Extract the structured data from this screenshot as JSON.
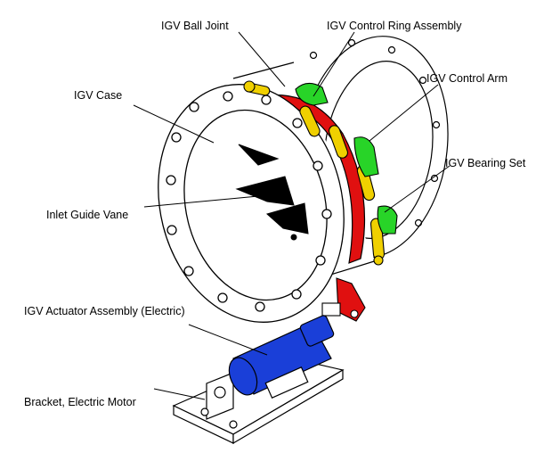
{
  "labels": {
    "ball_joint": "IGV Ball Joint",
    "control_ring": "IGV Control Ring Assembly",
    "control_arm": "IGV Control Arm",
    "case": "IGV Case",
    "bearing_set": "IGV Bearing Set",
    "inlet_guide_vane": "Inlet Guide Vane",
    "actuator": "IGV Actuator Assembly (Electric)",
    "bracket": "Bracket, Electric Motor"
  },
  "colors": {
    "control_ring": "#e01010",
    "ball_joint": "#f0d000",
    "control_arm": "#28d428",
    "actuator": "#1a3fd8",
    "vane": "#000000",
    "outline": "#000000"
  }
}
